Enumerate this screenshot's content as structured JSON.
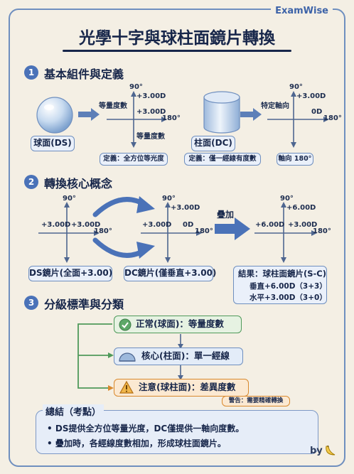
{
  "brand": "ExamWise",
  "title": "光學十字與球柱面鏡片轉換",
  "sections": {
    "s1": {
      "num": "1",
      "title": "基本組件與定義"
    },
    "s2": {
      "num": "2",
      "title": "轉換核心概念"
    },
    "s3": {
      "num": "3",
      "title": "分級標準與分類"
    }
  },
  "s1": {
    "sphere_label": "球面(DS)",
    "cyl_label": "柱面(DC)",
    "cross1": {
      "deg90": "90°",
      "top": "+3.00D",
      "left_note": "等量度數",
      "right": "+3.00D",
      "deg180": "180°",
      "bottom_note": "等量度數"
    },
    "cross2": {
      "deg90": "90°",
      "top": "+3.00D",
      "left_note": "特定軸向",
      "right": "0D",
      "deg180": "180°"
    },
    "def1": "定義：全方位等光度",
    "def2": "定義：僅一經線有度數",
    "axis_box": "軸向 180°"
  },
  "s2": {
    "ds": {
      "deg90": "90°",
      "left": "+3.00D",
      "right": "+3.00D",
      "deg180": "180°",
      "label": "DS鏡片(全面+3.00)"
    },
    "dc": {
      "deg90": "90°",
      "top": "+3.00D",
      "left": "+3.00D",
      "right": "0D",
      "deg180": "180°",
      "label": "DC鏡片(僅垂直+3.00)"
    },
    "add": "疊加",
    "res": {
      "deg90": "90°",
      "top": "+6.00D",
      "left": "+6.00D",
      "right": "+3.00D",
      "deg180": "180°"
    },
    "result_title": "結果：球柱面鏡片(S-C)",
    "result_v": "垂直+6.00D（3+3）",
    "result_h": "水平+3.00D（3+0）"
  },
  "s3": {
    "normal": "正常(球面)：等量度數",
    "core": "核心(柱面)：單一經線",
    "warn": "注意(球柱面)：差異度數",
    "warn_note": "警告：需要精確轉換"
  },
  "summary": {
    "title": "總結（考點）",
    "items": [
      "DS提供全方位等量光度，DC僅提供一軸向度數。",
      "疊加時，各經線度數相加，形成球柱面鏡片。"
    ]
  },
  "signature": "by",
  "colors": {
    "navy": "#17264a",
    "accent": "#4a72b8",
    "green": "#4f9a5a",
    "orange": "#d9892e",
    "box_fill": "#eaf0fa"
  }
}
